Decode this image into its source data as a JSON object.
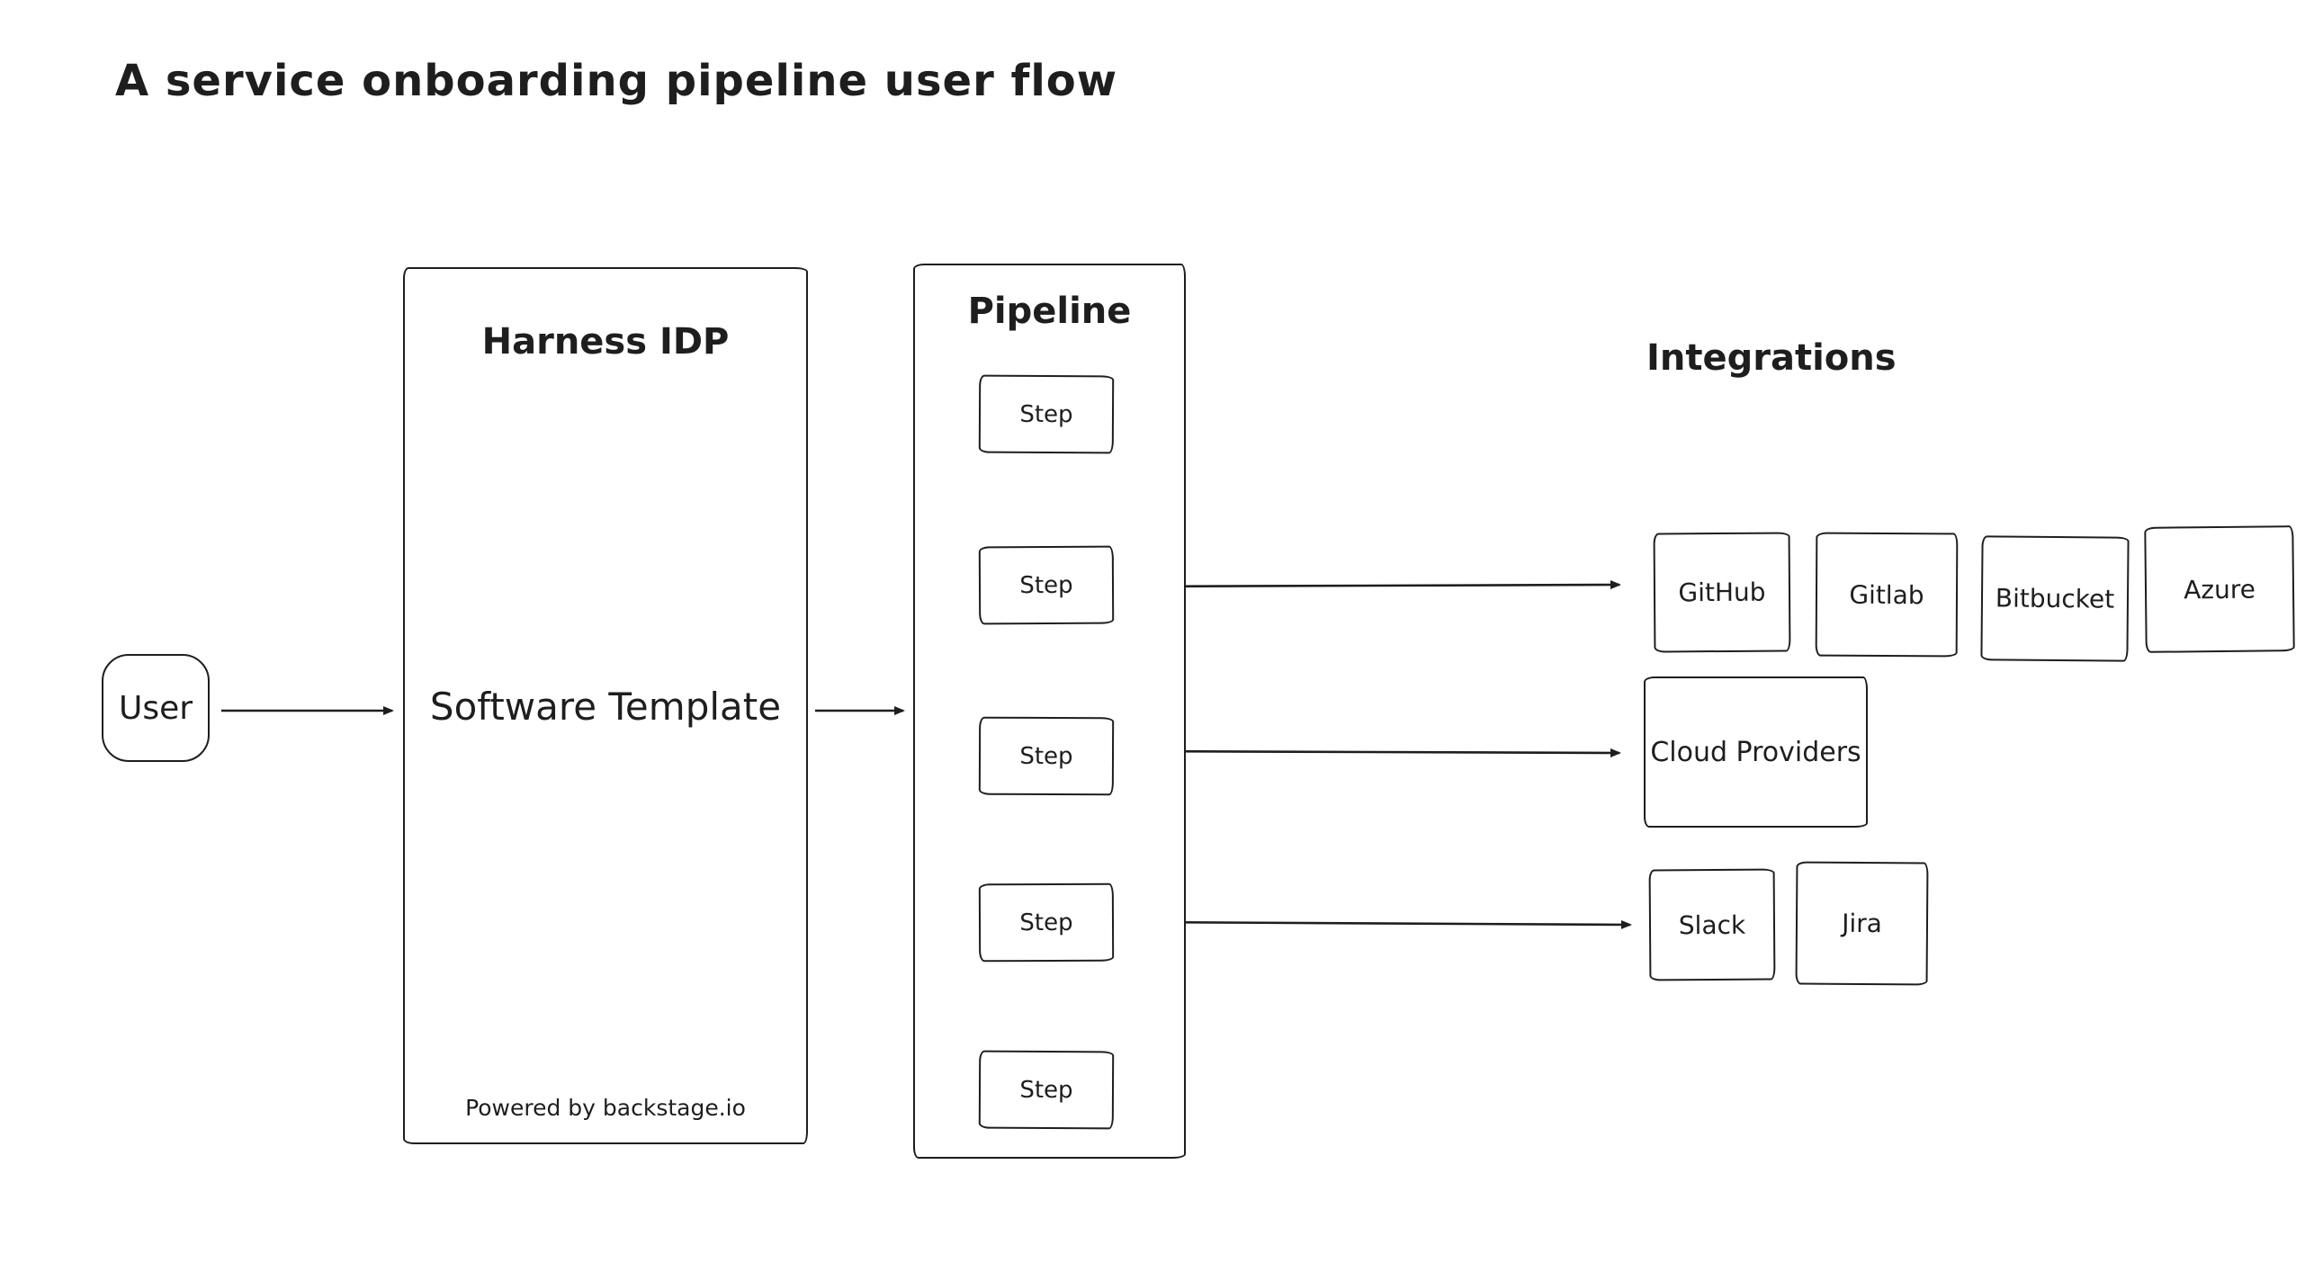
{
  "title": "A service onboarding pipeline user flow",
  "nodes": {
    "user": {
      "label": "User"
    },
    "idp": {
      "title": "Harness IDP",
      "body": "Software Template",
      "footer": "Powered by backstage.io"
    },
    "pipeline": {
      "title": "Pipeline",
      "steps": [
        "Step",
        "Step",
        "Step",
        "Step",
        "Step"
      ]
    }
  },
  "integrations": {
    "title": "Integrations",
    "row1": [
      "GitHub",
      "Gitlab",
      "Bitbucket",
      "Azure"
    ],
    "row2": [
      "Cloud Providers"
    ],
    "row3": [
      "Slack",
      "Jira"
    ]
  },
  "colors": {
    "stroke": "#1e1e1e",
    "background": "#ffffff"
  }
}
